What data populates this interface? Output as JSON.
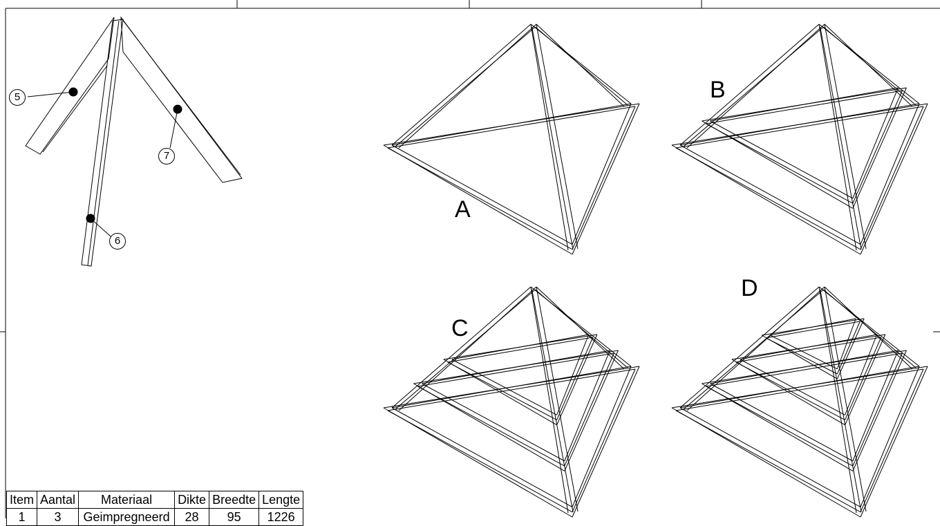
{
  "detail": {
    "balloons": [
      "5",
      "6",
      "7"
    ]
  },
  "views": {
    "A": "A",
    "B": "B",
    "C": "C",
    "D": "D"
  },
  "bom": {
    "headers": [
      "Item",
      "Aantal",
      "Materiaal",
      "Dikte",
      "Breedte",
      "Lengte"
    ],
    "rows": [
      [
        "1",
        "3",
        "Geimpregneerd",
        "28",
        "95",
        "1226"
      ]
    ]
  },
  "view_layers": {
    "A": 1,
    "B": 2,
    "C": 3,
    "D": 4
  }
}
